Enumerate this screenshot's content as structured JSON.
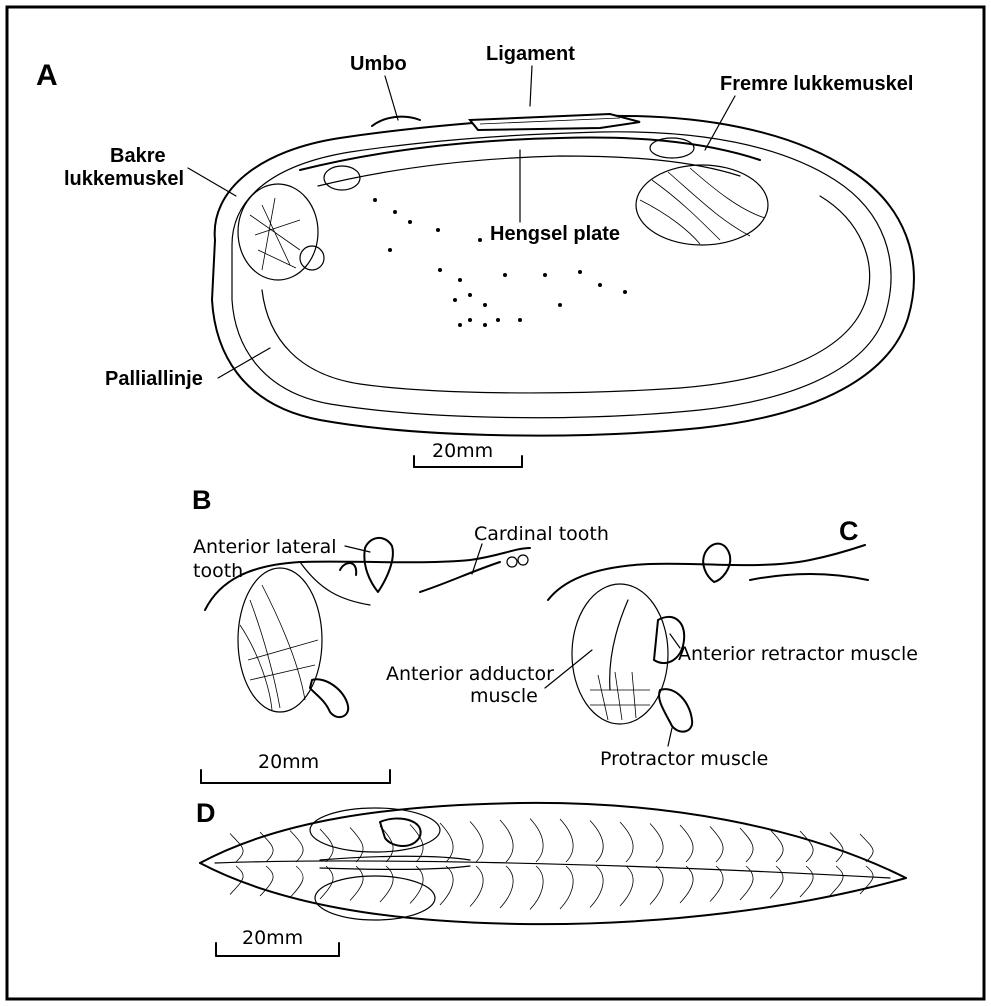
{
  "panels": {
    "a": {
      "letter": "A",
      "labels": {
        "umbo": "Umbo",
        "ligament": "Ligament",
        "fremre_lukkemuskel": "Fremre lukkemuskel",
        "bakre_line1": "Bakre",
        "bakre_line2": "lukkemuskel",
        "hengsel_plate": "Hengsel plate",
        "palliallinje": "Palliallinje"
      },
      "scale": "20mm"
    },
    "b": {
      "letter": "B",
      "labels": {
        "anterior_lateral_line1": "Anterior lateral",
        "anterior_lateral_line2": "tooth",
        "cardinal_tooth": "Cardinal tooth"
      },
      "scale": "20mm"
    },
    "c": {
      "letter": "C",
      "labels": {
        "anterior_adductor_line1": "Anterior adductor",
        "anterior_adductor_line2": "muscle",
        "anterior_retractor": "Anterior retractor muscle",
        "protractor": "Protractor muscle"
      }
    },
    "d": {
      "letter": "D",
      "scale": "20mm"
    }
  }
}
